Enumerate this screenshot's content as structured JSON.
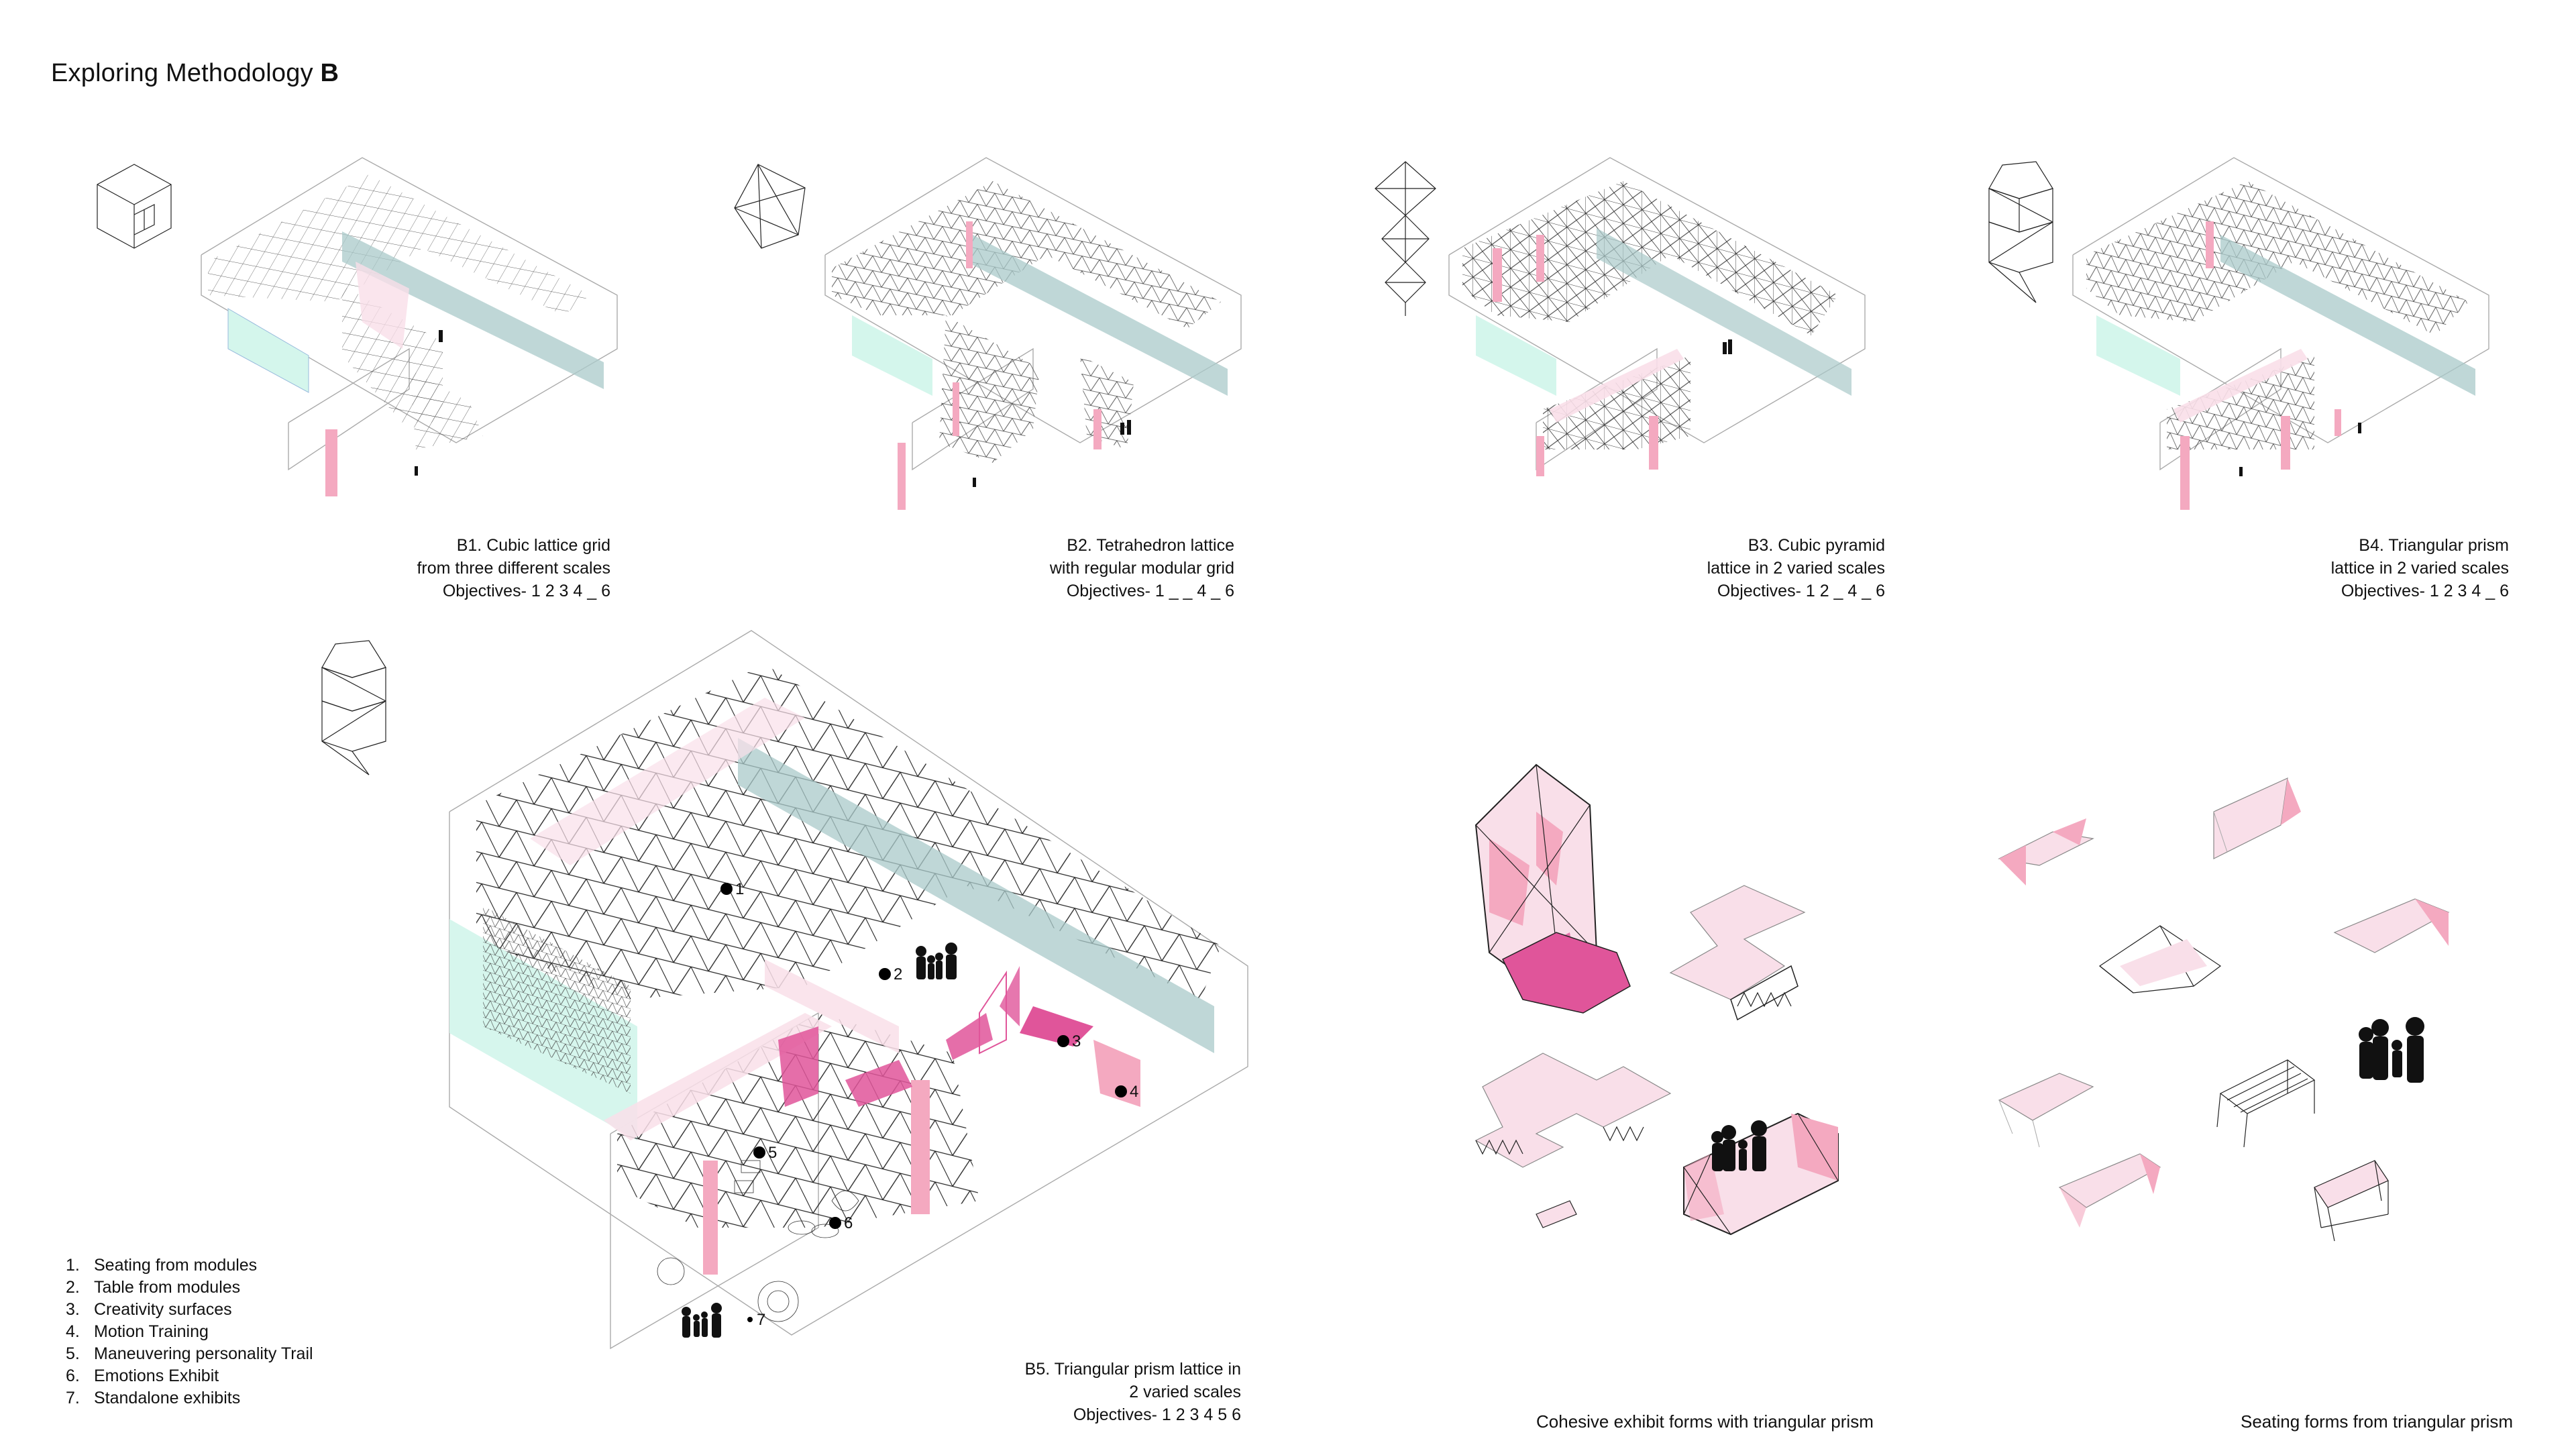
{
  "title": {
    "text": "Exploring Methodology ",
    "bold": "B"
  },
  "captions": [
    {
      "id": "b1",
      "lines": [
        "B1. Cubic lattice grid",
        "from three different scales",
        "Objectives- 1 2 3 4 _ 6"
      ]
    },
    {
      "id": "b2",
      "lines": [
        "B2. Tetrahedron lattice",
        "with regular modular grid",
        "Objectives- 1 _ _ 4 _ 6"
      ]
    },
    {
      "id": "b3",
      "lines": [
        "B3. Cubic pyramid",
        "lattice in 2 varied scales",
        "Objectives- 1 2 _ 4 _ 6"
      ]
    },
    {
      "id": "b4",
      "lines": [
        "B4. Triangular prism",
        "lattice in 2 varied scales",
        "Objectives- 1 2 3 4 _ 6"
      ]
    },
    {
      "id": "b5",
      "lines": [
        "B5. Triangular prism lattice in",
        "2 varied scales",
        "Objectives- 1 2 3 4 5 6"
      ]
    }
  ],
  "legend": [
    {
      "num": "1.",
      "label": "Seating from modules"
    },
    {
      "num": "2.",
      "label": "Table from modules"
    },
    {
      "num": "3.",
      "label": "Creativity surfaces"
    },
    {
      "num": "4.",
      "label": "Motion Training"
    },
    {
      "num": "5.",
      "label": "Maneuvering personality Trail"
    },
    {
      "num": "6.",
      "label": "Emotions Exhibit"
    },
    {
      "num": "7.",
      "label": "Standalone exhibits"
    }
  ],
  "markers": [
    "1",
    "2",
    "3",
    "4",
    "5",
    "6",
    "7"
  ],
  "bottom_captions": {
    "exhibit": "Cohesive exhibit forms with triangular prism",
    "seating": "Seating forms from triangular prism"
  },
  "colors": {
    "pink": "#f4a9c0",
    "light_pink": "#f9dfe9",
    "magenta": "#e0559a",
    "mint": "#d4f6ec",
    "teal": "#a9c9c9",
    "line": "#222222"
  }
}
